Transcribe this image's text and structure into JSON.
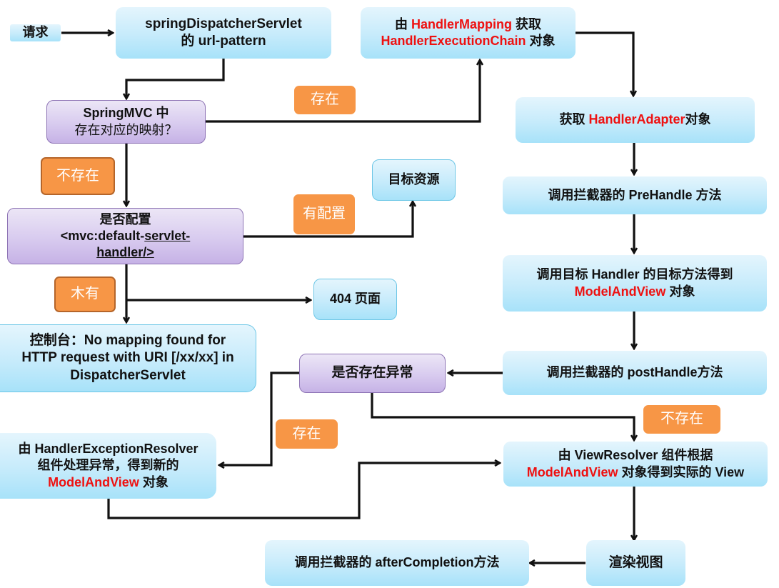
{
  "title": "SpringMVC request processing flow",
  "nodes": {
    "request": {
      "text": "请求"
    },
    "dispatcher": {
      "line1": "springDispatcherServlet",
      "line2": "的 url-pattern"
    },
    "mapping_exists": {
      "line1": "SpringMVC 中",
      "line2": "存在对应的映射？"
    },
    "default_servlet": {
      "line1": "是否配置",
      "line2_a": "<mvc:default-",
      "line2_b": "servlet-",
      "line3": "handler/>"
    },
    "target_resource": {
      "text": "目标资源"
    },
    "page_404": {
      "text": "404 页面"
    },
    "console_error": {
      "line1": "控制台：No mapping found for",
      "line2": "HTTP request with URI [/xx/xx] in",
      "line3": "DispatcherServlet"
    },
    "handler_mapping": {
      "pre": "由 ",
      "red1": "HandlerMapping",
      "post1": " 获取",
      "red2": "HandlerExecutionChain",
      "post2": " 对象"
    },
    "handler_adapter": {
      "pre": "获取 ",
      "red": "HandlerAdapter",
      "post": "对象"
    },
    "pre_handle": {
      "text": "调用拦截器的 PreHandle 方法"
    },
    "invoke_handler": {
      "line1": "调用目标 Handler 的目标方法得到",
      "red": "ModelAndView",
      "post": " 对象"
    },
    "post_handle": {
      "text": "调用拦截器的 postHandle方法"
    },
    "exception_check": {
      "text": "是否存在异常"
    },
    "exception_resolver": {
      "line1": "由 HandlerExceptionResolver",
      "line2": "组件处理异常，得到新的",
      "red": "ModelAndView",
      "post": " 对象"
    },
    "view_resolver": {
      "line1": "由 ViewResolver 组件根据",
      "red": "ModelAndView",
      "post": " 对象得到实际的 View"
    },
    "render_view": {
      "text": "渲染视图"
    },
    "after_completion": {
      "text": "调用拦截器的 afterCompletion方法"
    }
  },
  "labels": {
    "exists_top": "存在",
    "not_exists_left": "不存在",
    "has_config": "有配置",
    "none": "木有",
    "exists_bottom": "存在",
    "not_exists_bottom": "不存在"
  },
  "colors": {
    "highlight_red": "#ee1111",
    "label_orange": "#f79646",
    "process_blue": "#c6ebfb",
    "decision_purple": "#d8cbef"
  }
}
